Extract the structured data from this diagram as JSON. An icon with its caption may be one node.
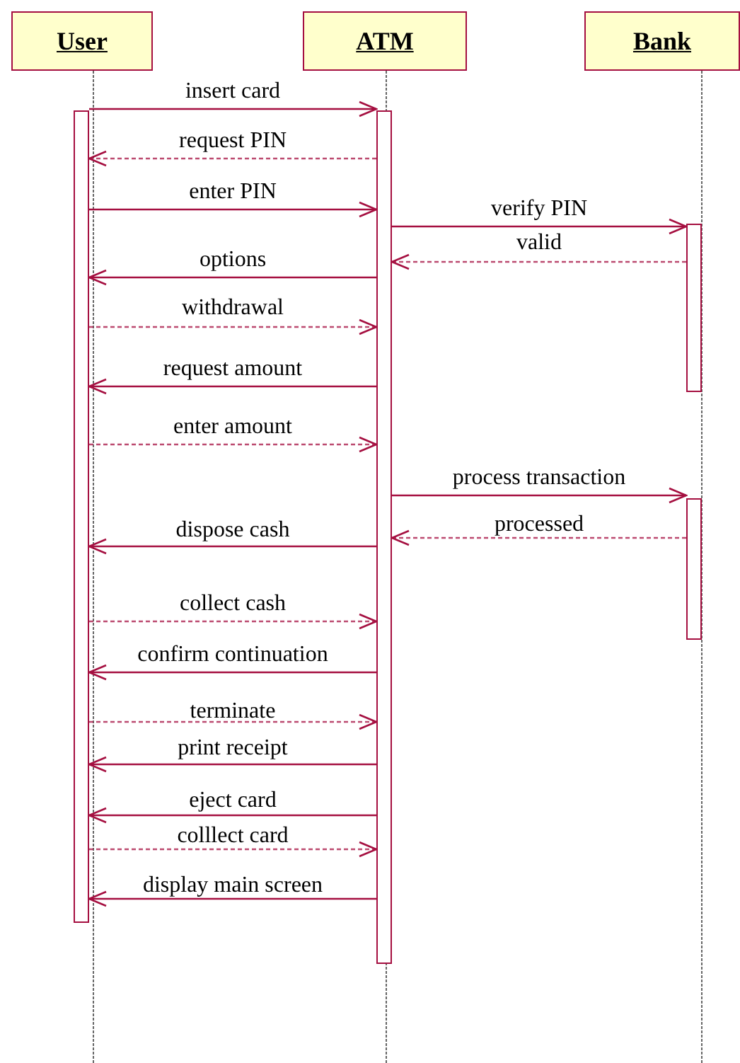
{
  "diagram": {
    "nodes": [
      {
        "text": [
          "User"
        ]
      },
      {
        "text": [
          "ATM"
        ]
      },
      {
        "text": [
          "Bank"
        ]
      },
      {
        "text": [],
        "shape": "bar"
      },
      {
        "text": [],
        "shape": "bar"
      },
      {
        "text": [],
        "shape": "bar"
      },
      {
        "text": [],
        "shape": "bar"
      }
    ],
    "edges": [
      {
        "from": 3,
        "to": 4,
        "arrow": "to",
        "label": "insert card"
      },
      {
        "from": 4,
        "to": 3,
        "arrow": "to",
        "label": "request PIN",
        "style": "dashed"
      },
      {
        "from": 3,
        "to": 4,
        "arrow": "to",
        "label": "enter PIN"
      },
      {
        "from": 4,
        "to": 5,
        "arrow": "to",
        "label": "verify PIN"
      },
      {
        "from": 5,
        "to": 4,
        "arrow": "to",
        "label": "valid",
        "style": "dashed"
      },
      {
        "from": 4,
        "to": 3,
        "arrow": "to",
        "label": "options"
      },
      {
        "from": 3,
        "to": 4,
        "arrow": "to",
        "label": "withdrawal",
        "style": "dashed"
      },
      {
        "from": 4,
        "to": 3,
        "arrow": "to",
        "label": "request amount"
      },
      {
        "from": 3,
        "to": 4,
        "arrow": "to",
        "label": "enter amount",
        "style": "dashed"
      },
      {
        "from": 4,
        "to": 6,
        "arrow": "to",
        "label": "process transaction"
      },
      {
        "from": 6,
        "to": 4,
        "arrow": "to",
        "label": "processed",
        "style": "dashed"
      },
      {
        "from": 4,
        "to": 3,
        "arrow": "to",
        "label": "dispose cash"
      },
      {
        "from": 3,
        "to": 4,
        "arrow": "to",
        "label": "collect cash",
        "style": "dashed"
      },
      {
        "from": 4,
        "to": 3,
        "arrow": "to",
        "label": "confirm continuation"
      },
      {
        "from": 3,
        "to": 4,
        "arrow": "to",
        "label": "terminate",
        "style": "dashed"
      },
      {
        "from": 4,
        "to": 3,
        "arrow": "to",
        "label": "print receipt"
      },
      {
        "from": 4,
        "to": 3,
        "arrow": "to",
        "label": "eject card"
      },
      {
        "from": 3,
        "to": 4,
        "arrow": "to",
        "label": "colllect card",
        "style": "dashed"
      },
      {
        "from": 4,
        "to": 3,
        "arrow": "to",
        "label": "display main screen"
      }
    ]
  }
}
